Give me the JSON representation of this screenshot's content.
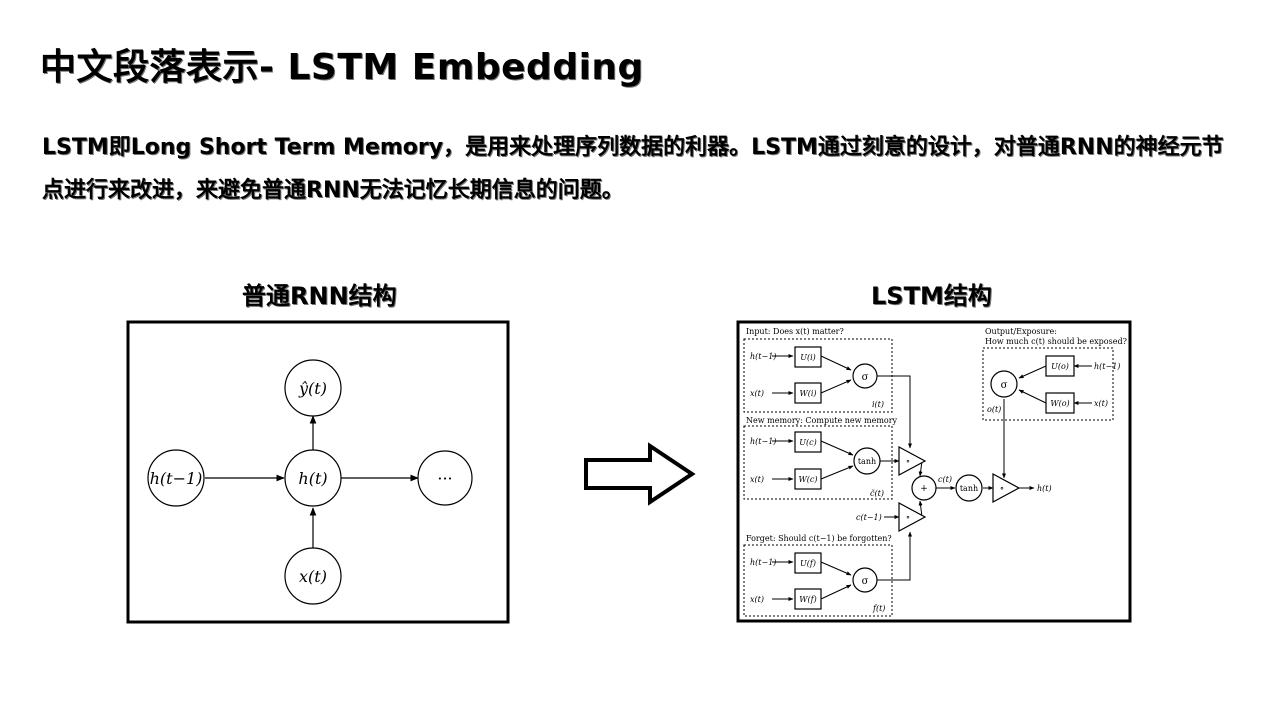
{
  "slide": {
    "title": "中文段落表示- LSTM Embedding",
    "paragraph_lines": [
      "LSTM即Long Short Term Memory，是用来处理序列数据的利器。LSTM通过刻意的设计，对普通RNN的神经元节",
      "点进行来改进，来避免普通RNN无法记忆长期信息的问题。"
    ]
  },
  "rnn_figure": {
    "caption": "普通RNN结构",
    "nodes": {
      "h_prev": "h(t−1)",
      "h_t": "h(t)",
      "y_hat": "ŷ(t)",
      "x_t": "x(t)",
      "next": "···"
    }
  },
  "arrow": {
    "icon": "right-arrow-icon"
  },
  "lstm_figure": {
    "caption": "LSTM结构",
    "input_gate": {
      "label": "Input: Does x(t) matter?",
      "h_in": "h(t−1)",
      "x_in": "x(t)",
      "U": "U(i)",
      "W": "W(i)",
      "act": "σ",
      "out": "i(t)"
    },
    "new_memory": {
      "label": "New memory: Compute new memory",
      "h_in": "h(t−1)",
      "x_in": "x(t)",
      "U": "U(c)",
      "W": "W(c)",
      "act": "tanh",
      "out": "c̃(t)"
    },
    "forget_gate": {
      "label": "Forget: Should c(t−1) be forgotten?",
      "h_in": "h(t−1)",
      "x_in": "x(t)",
      "U": "U(f)",
      "W": "W(f)",
      "act": "σ",
      "out": "f(t)"
    },
    "output_gate": {
      "label_line1": "Output/Exposure:",
      "label_line2": "How much c(t) should be exposed?",
      "h_in": "h(t−1)",
      "x_in": "x(t)",
      "U": "U(o)",
      "W": "W(o)",
      "act": "σ",
      "out": "o(t)"
    },
    "combine": {
      "mul_symbol": "∘",
      "plus_symbol": "+",
      "c_prev": "c(t−1)",
      "c_t": "c(t)",
      "tanh": "tanh",
      "h_out": "h(t)"
    }
  }
}
